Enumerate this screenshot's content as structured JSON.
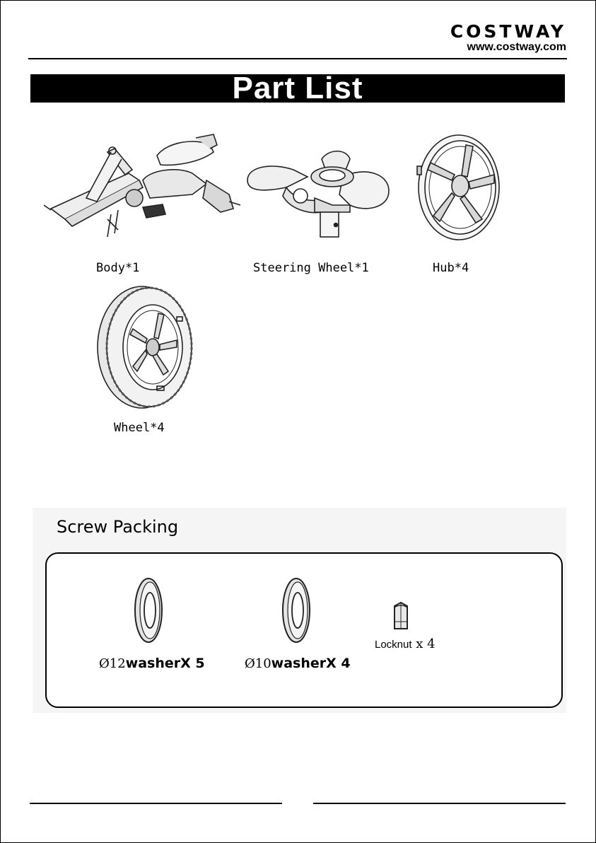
{
  "brand": {
    "name": "COSTWAY",
    "url": "www.costway.com"
  },
  "title": "Part List",
  "parts": [
    {
      "label": "Body*1",
      "icon": "kart-body-icon"
    },
    {
      "label": "Steering Wheel*1",
      "icon": "steering-wheel-icon"
    },
    {
      "label": "Hub*4",
      "icon": "hub-icon"
    },
    {
      "label": "Wheel*4",
      "icon": "wheel-icon"
    }
  ],
  "screw_packing": {
    "title": "Screw Packing",
    "items": [
      {
        "size": "Ø12",
        "name": "washer",
        "qty": "X 5",
        "icon": "washer-icon"
      },
      {
        "size": "Ø10",
        "name": "washer",
        "qty": "X 4",
        "icon": "washer-icon"
      },
      {
        "name": "Locknut",
        "qty": "x 4",
        "icon": "locknut-icon"
      }
    ]
  }
}
